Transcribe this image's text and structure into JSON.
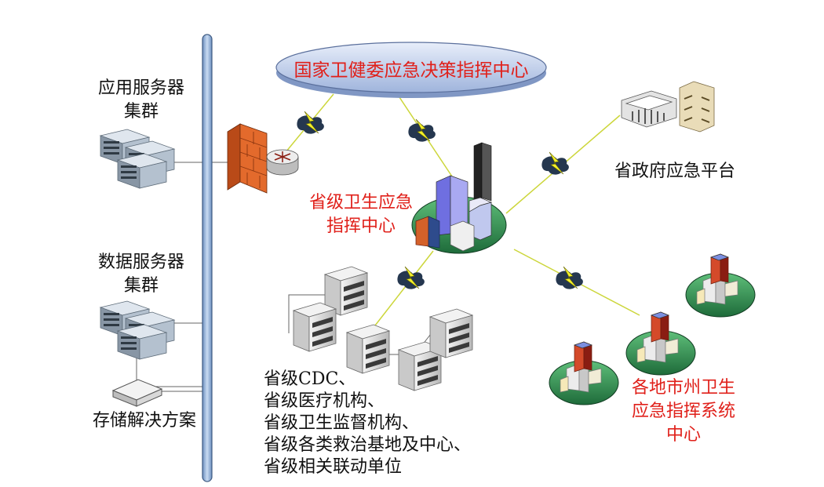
{
  "national_center": {
    "label": "国家卫健委应急决策指挥中心"
  },
  "app_servers": {
    "line1": "应用服务器",
    "line2": "集群"
  },
  "data_servers": {
    "line1": "数据服务器",
    "line2": "集群"
  },
  "storage": {
    "label": "存储解决方案"
  },
  "provincial_center": {
    "line1": "省级卫生应急",
    "line2": "指挥中心"
  },
  "provincial_gov": {
    "label": "省政府应急平台"
  },
  "provincial_units": {
    "lines": [
      "省级CDC、",
      "省级医疗机构、",
      "省级卫生监督机构、",
      "省级各类救治基地及中心、",
      "省级相关联动单位"
    ]
  },
  "local_centers": {
    "line1": "各地市州卫生",
    "line2": "应急指挥系统",
    "line3": "中心"
  },
  "colors": {
    "bus": "#a9c2e2",
    "ellipse": "#c3d2ec",
    "emphasis": "#e0201a",
    "link": "#e8ef3a",
    "island": "#2e8b57"
  },
  "icons": [
    "server-rack-icon",
    "storage-device-icon",
    "firewall-icon",
    "router-icon",
    "lightning-link-icon",
    "building-icon",
    "government-building-icon",
    "city-island-icon"
  ]
}
